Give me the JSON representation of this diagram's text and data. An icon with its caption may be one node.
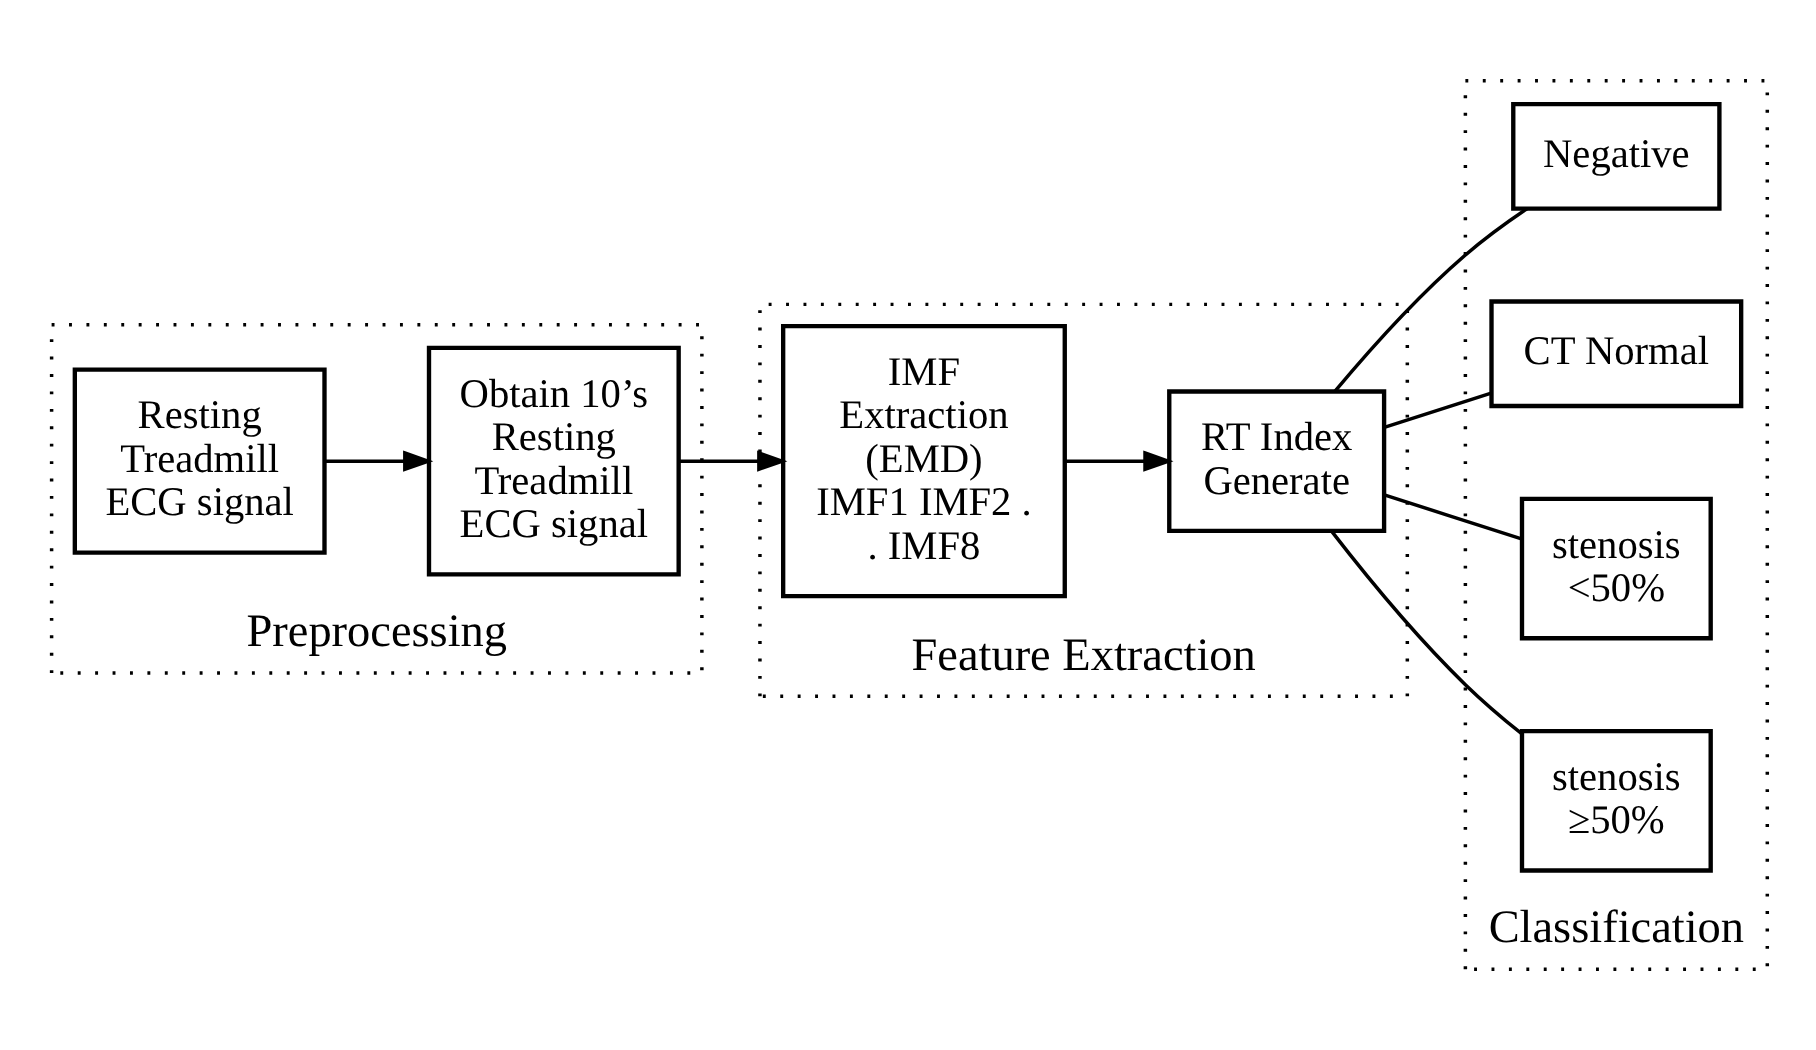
{
  "diagram": {
    "nodes": [
      {
        "text": [
          "Preprocessing"
        ]
      },
      {
        "text": [
          "Resting Treadmill ECG signal"
        ],
        "in": 0
      },
      {
        "text": [
          "Obtain 10’s Resting Treadmill ECG signal"
        ],
        "in": 0
      },
      {
        "text": [
          "Feature Extraction"
        ]
      },
      {
        "text": [
          "IMF Extraction (EMD)",
          "IMF1 IMF2 . . IMF8"
        ],
        "in": 3
      },
      {
        "text": [
          "RT Index Generate"
        ],
        "in": 3
      },
      {
        "text": [
          "Classification"
        ]
      },
      {
        "text": [
          "Negative"
        ],
        "in": 6
      },
      {
        "text": [
          "CT Normal"
        ],
        "in": 6
      },
      {
        "text": [
          "stenosis <50%"
        ],
        "in": 6
      },
      {
        "text": [
          "stenosis ≥50%"
        ],
        "in": 6
      }
    ],
    "edges": [
      {
        "from": 1,
        "to": 2,
        "arrow": "to"
      },
      {
        "from": 2,
        "to": 4,
        "arrow": "to"
      },
      {
        "from": 4,
        "to": 5,
        "arrow": "to"
      },
      {
        "from": 5,
        "to": 7,
        "arrow": "none"
      },
      {
        "from": 5,
        "to": 8,
        "arrow": "none"
      },
      {
        "from": 5,
        "to": 9,
        "arrow": "none"
      },
      {
        "from": 5,
        "to": 10,
        "arrow": "none"
      }
    ]
  }
}
